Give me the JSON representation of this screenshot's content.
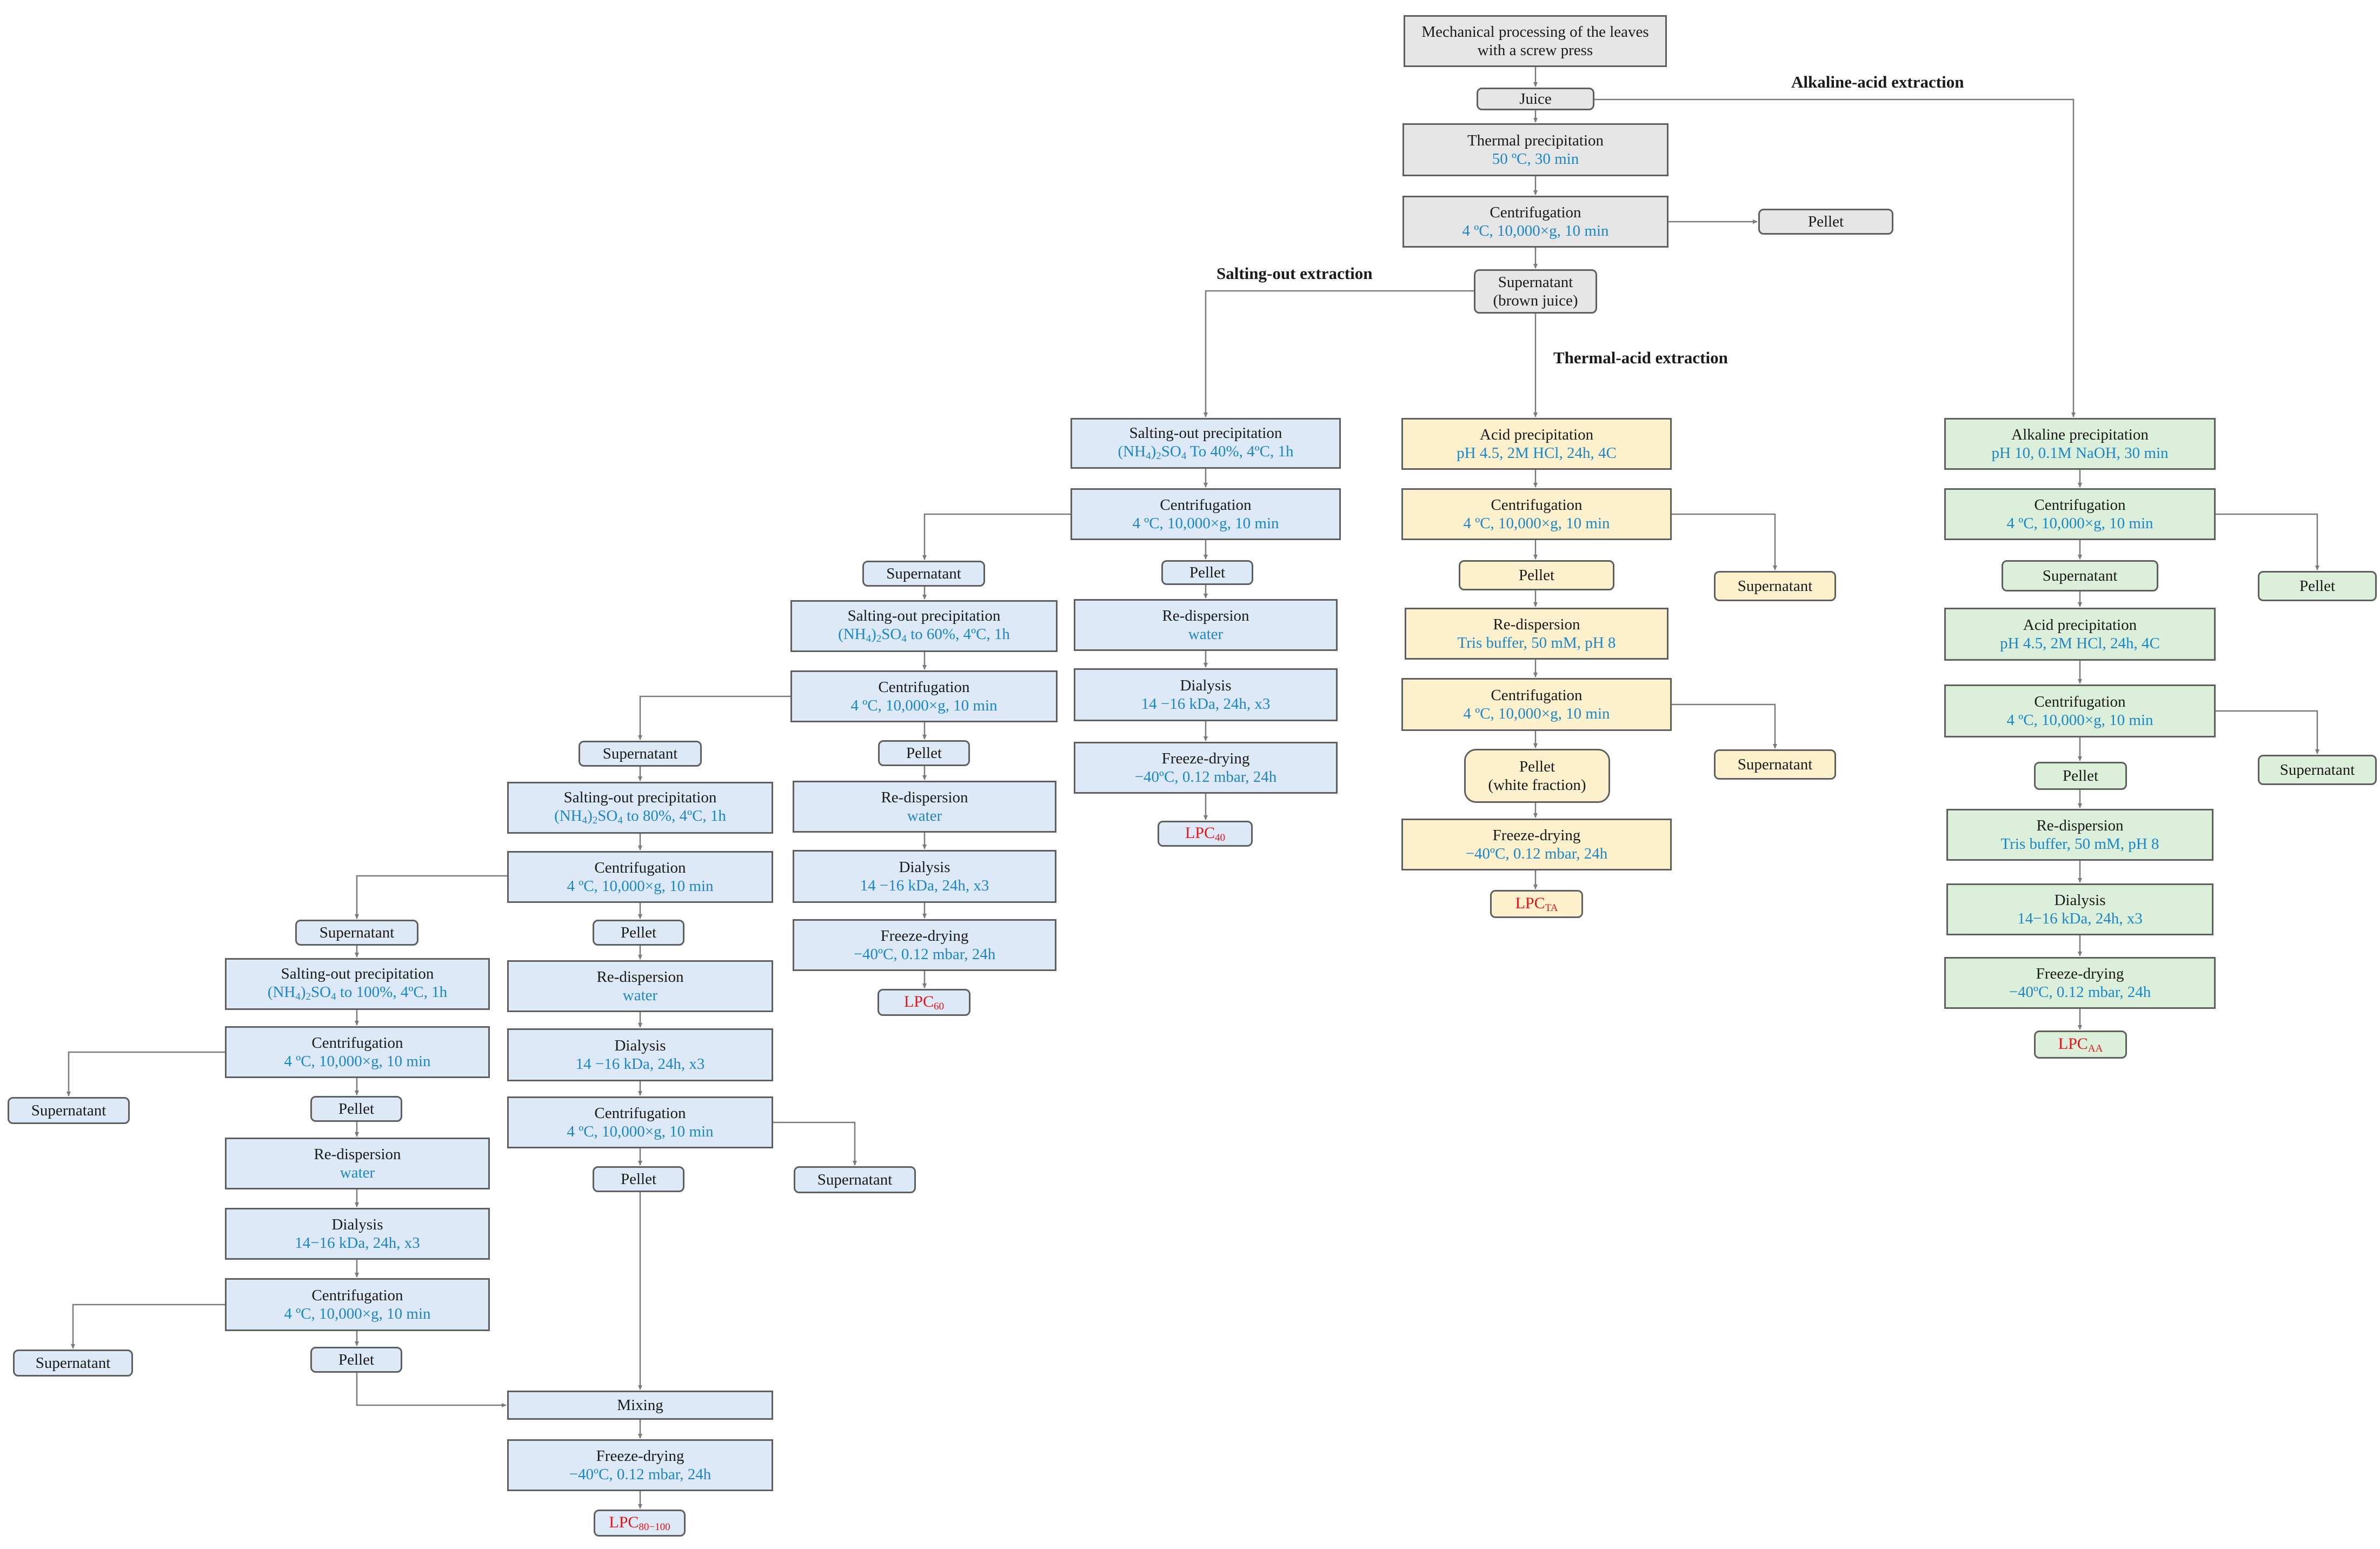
{
  "titles": {
    "alkaline_acid": "Alkaline-acid extraction",
    "salting_out": "Salting-out extraction",
    "thermal_acid": "Thermal-acid extraction"
  },
  "nodes": {
    "mech": "Mechanical processing of the leaves with a screw press",
    "juice": "Juice",
    "thermal_precip": {
      "l1": "Thermal precipitation",
      "l2": "50 ºC, 30 min"
    },
    "cent_main": {
      "l1": "Centrifugation",
      "l2": "4 ºC, 10,000×g, 10 min"
    },
    "pellet_main": "Pellet",
    "supernatant_brown": {
      "l1": "Supernatant",
      "l2": "(brown juice)"
    },
    "s40_precip": {
      "l1": "Salting-out precipitation",
      "l2_pre": "(NH",
      "l2_sub1": "4",
      "l2_mid": ")",
      "l2_sub2": "2",
      "l2_post": "SO",
      "l2_sub3": "4",
      "l2_end": " To 40%, 4ºC, 1h"
    },
    "s40_cent": {
      "l1": "Centrifugation",
      "l2": "4 ºC, 10,000×g, 10 min"
    },
    "s40_pellet": "Pellet",
    "s40_redisp": {
      "l1": "Re-dispersion",
      "l2": "water"
    },
    "s40_dialysis": {
      "l1": "Dialysis",
      "l2": "14 −16 kDa, 24h, x3"
    },
    "s40_fd": {
      "l1": "Freeze-drying",
      "l2": "−40ºC, 0.12 mbar, 24h"
    },
    "lpc40": {
      "main": "LPC",
      "sub": "40"
    },
    "s40_sup": "Supernatant",
    "s60_precip": {
      "l1": "Salting-out precipitation",
      "l2_pre": "(NH",
      "l2_sub1": "4",
      "l2_mid": ")",
      "l2_sub2": "2",
      "l2_post": "SO",
      "l2_sub3": "4",
      "l2_end": " to 60%, 4ºC, 1h"
    },
    "s60_cent": {
      "l1": "Centrifugation",
      "l2": "4 ºC, 10,000×g, 10 min"
    },
    "s60_pellet": "Pellet",
    "s60_redisp": {
      "l1": "Re-dispersion",
      "l2": "water"
    },
    "s60_dialysis": {
      "l1": "Dialysis",
      "l2": "14 −16 kDa, 24h, x3"
    },
    "s60_fd": {
      "l1": "Freeze-drying",
      "l2": "−40ºC, 0.12 mbar, 24h"
    },
    "lpc60": {
      "main": "LPC",
      "sub": "60"
    },
    "s60_sup": "Supernatant",
    "s80_precip": {
      "l1": "Salting-out precipitation",
      "l2_pre": "(NH",
      "l2_sub1": "4",
      "l2_mid": ")",
      "l2_sub2": "2",
      "l2_post": "SO",
      "l2_sub3": "4",
      "l2_end": " to 80%, 4ºC, 1h"
    },
    "s80_cent": {
      "l1": "Centrifugation",
      "l2": "4 ºC, 10,000×g, 10 min"
    },
    "s80_pellet": "Pellet",
    "s80_redisp": {
      "l1": "Re-dispersion",
      "l2": "water"
    },
    "s80_dialysis": {
      "l1": "Dialysis",
      "l2": "14 −16 kDa, 24h, x3"
    },
    "s80_cent2": {
      "l1": "Centrifugation",
      "l2": "4 ºC, 10,000×g, 10 min"
    },
    "s80_pellet2": "Pellet",
    "s80_sup2": "Supernatant",
    "s80_sup": "Supernatant",
    "s100_precip": {
      "l1": "Salting-out precipitation",
      "l2_pre": "(NH",
      "l2_sub1": "4",
      "l2_mid": ")",
      "l2_sub2": "2",
      "l2_post": "SO",
      "l2_sub3": "4",
      "l2_end": " to 100%, 4ºC, 1h"
    },
    "s100_cent": {
      "l1": "Centrifugation",
      "l2": "4 ºC, 10,000×g, 10 min"
    },
    "s100_sup": "Supernatant",
    "s100_pellet": "Pellet",
    "s100_redisp": {
      "l1": "Re-dispersion",
      "l2": "water"
    },
    "s100_dialysis": {
      "l1": "Dialysis",
      "l2": "14−16 kDa, 24h, x3"
    },
    "s100_cent2": {
      "l1": "Centrifugation",
      "l2": "4 ºC, 10,000×g, 10 min"
    },
    "s100_sup2": "Supernatant",
    "s100_pellet2": "Pellet",
    "mixing": "Mixing",
    "mix_fd": {
      "l1": "Freeze-drying",
      "l2": "−40ºC, 0.12 mbar, 24h"
    },
    "lpc80_100": {
      "main": "LPC",
      "sub": "80−100"
    },
    "ta_acid": {
      "l1": "Acid precipitation",
      "l2": "pH 4.5, 2M HCl, 24h, 4C"
    },
    "ta_cent": {
      "l1": "Centrifugation",
      "l2": "4 ºC, 10,000×g, 10 min"
    },
    "ta_pellet": "Pellet",
    "ta_sup": "Supernatant",
    "ta_redisp": {
      "l1": "Re-dispersion",
      "l2": "Tris buffer, 50 mM, pH 8"
    },
    "ta_cent2": {
      "l1": "Centrifugation",
      "l2": "4 ºC, 10,000×g, 10 min"
    },
    "ta_sup2": "Supernatant",
    "ta_pellet2": {
      "l1": "Pellet",
      "l2": "(white fraction)"
    },
    "ta_fd": {
      "l1": "Freeze-drying",
      "l2": "−40ºC, 0.12 mbar, 24h"
    },
    "lpc_ta": {
      "main": "LPC",
      "sub": "TA"
    },
    "aa_alk": {
      "l1": "Alkaline precipitation",
      "l2": "pH 10, 0.1M NaOH, 30 min"
    },
    "aa_cent": {
      "l1": "Centrifugation",
      "l2": "4 ºC, 10,000×g, 10 min"
    },
    "aa_sup": "Supernatant",
    "aa_pellet": "Pellet",
    "aa_acid": {
      "l1": "Acid precipitation",
      "l2": "pH 4.5, 2M HCl, 24h, 4C"
    },
    "aa_cent2": {
      "l1": "Centrifugation",
      "l2": "4 ºC, 10,000×g, 10 min"
    },
    "aa_pellet2": "Pellet",
    "aa_sup2": "Supernatant",
    "aa_redisp": {
      "l1": "Re-dispersion",
      "l2": "Tris buffer, 50 mM, pH 8"
    },
    "aa_dialysis": {
      "l1": "Dialysis",
      "l2": "14−16 kDa, 24h, x3"
    },
    "aa_fd": {
      "l1": "Freeze-drying",
      "l2": "−40ºC, 0.12 mbar, 24h"
    },
    "lpc_aa": {
      "main": "LPC",
      "sub": "AA"
    }
  },
  "colors": {
    "grey": "#e6e6e6",
    "blue": "#dde9f6",
    "yellow": "#fdf1cd",
    "green": "#dcefda",
    "param_text": "#1c86c8",
    "lpc_text": "#e4151b",
    "border": "#5f5f5f",
    "line": "#7a7a7a"
  }
}
